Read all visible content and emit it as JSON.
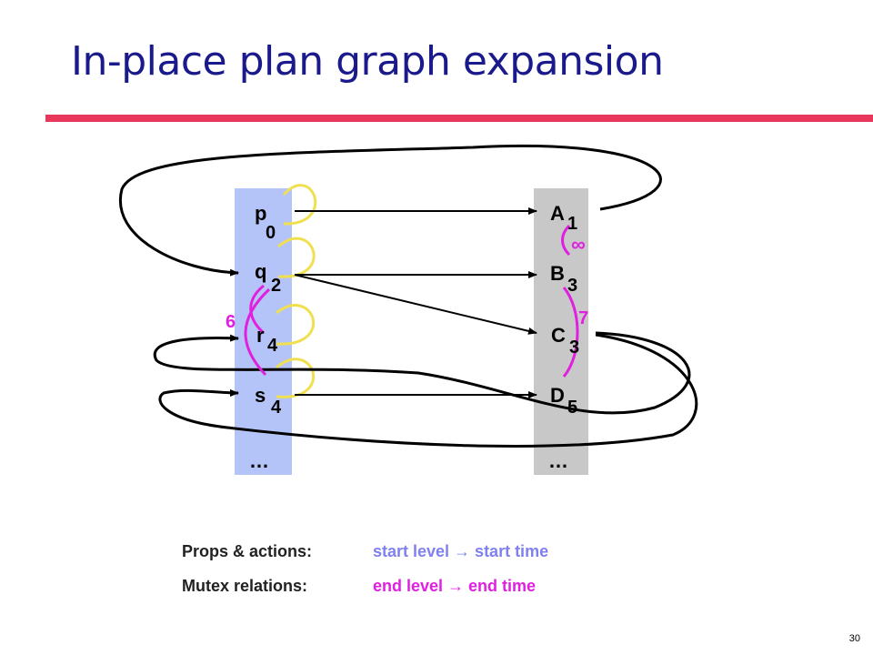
{
  "title": "In-place plan graph expansion",
  "colors": {
    "title": "#1a1a8c",
    "rule": "#e8375a",
    "prop_column": "#b4c4f8",
    "action_column": "#c8c8c8",
    "self_loop": "#f0e050",
    "mutex": "#e020e0",
    "start_text": "#8080f0",
    "end_text": "#e020e0"
  },
  "propositions": [
    {
      "name": "p",
      "level": "0"
    },
    {
      "name": "q",
      "level": "2"
    },
    {
      "name": "r",
      "level": "4"
    },
    {
      "name": "s",
      "level": "4"
    }
  ],
  "prop_ellipsis": "…",
  "actions": [
    {
      "name": "A",
      "level": "1"
    },
    {
      "name": "B",
      "level": "3"
    },
    {
      "name": "C",
      "level": "3"
    },
    {
      "name": "D",
      "level": "5"
    }
  ],
  "action_ellipsis": "…",
  "mutex_labels": {
    "prop_r_q": "6",
    "action_A_B": "∞",
    "action_B_D": "7"
  },
  "legend": {
    "props_label": "Props & actions:",
    "props_value": "start level → start time",
    "mutex_label": "Mutex relations:",
    "mutex_value": "end level → end time"
  },
  "page_number": "30"
}
